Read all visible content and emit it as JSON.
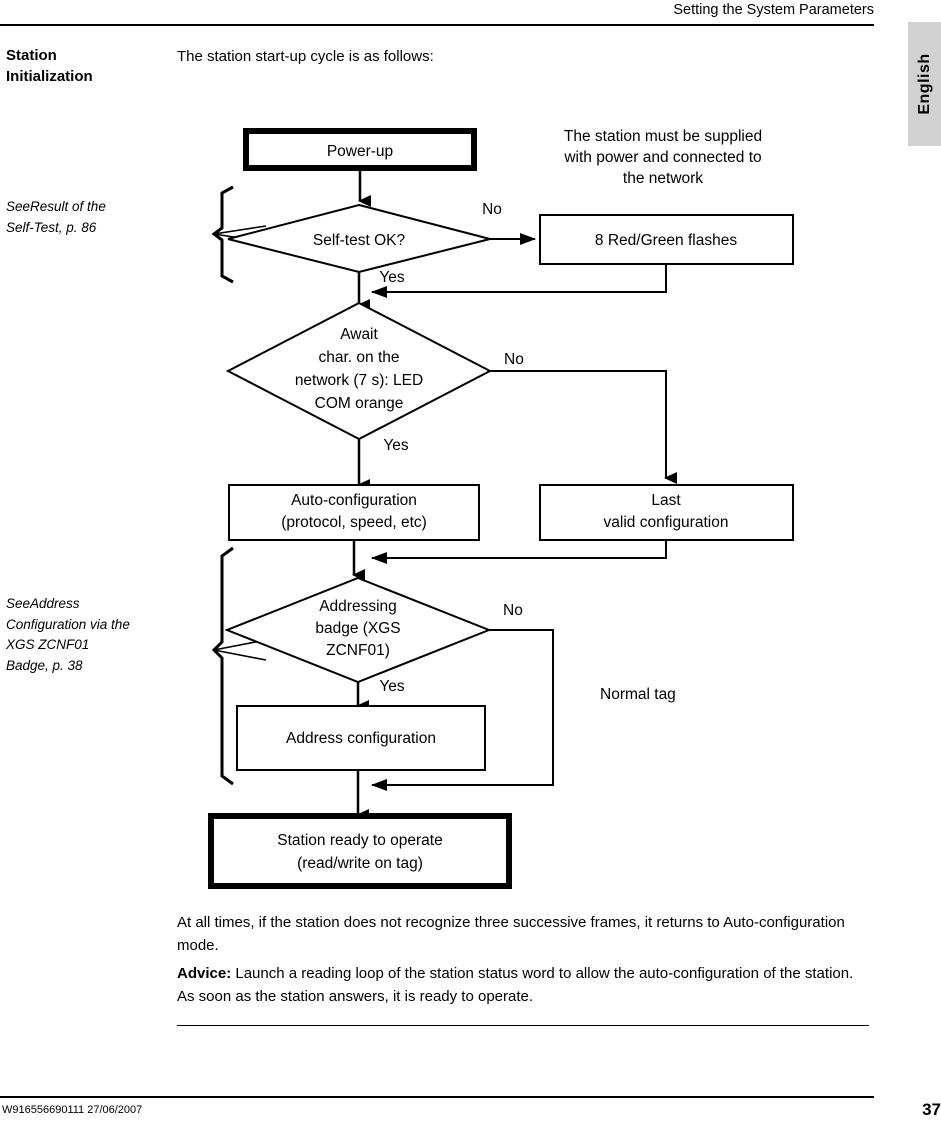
{
  "header": {
    "title": "Setting the System Parameters"
  },
  "side_tab": {
    "label": "English"
  },
  "section": {
    "title": "Station\nInitialization",
    "title_line1": "Station",
    "title_line2": "Initialization",
    "intro": "The station start-up cycle is as follows:"
  },
  "margin_notes": [
    {
      "name": "see-result-of-self-test",
      "lines": [
        "See",
        "Result of the",
        "Self-Test, p. 86"
      ],
      "text": "See Result of the Self-Test, p. 86"
    },
    {
      "name": "see-address-configuration",
      "lines": [
        "See",
        "Address",
        "Configuration via the",
        "XGS ZCNF01",
        "Badge, p. 38"
      ],
      "text": "See Address Configuration via the XGS ZCNF01 Badge, p. 38"
    }
  ],
  "flowchart": {
    "nodes": {
      "power_up": {
        "label": "Power-up",
        "shape": "box",
        "emphasis": "thick"
      },
      "self_test": {
        "label": "Self-test OK?",
        "shape": "diamond"
      },
      "red_green_flashes": {
        "label": "8 Red/Green flashes",
        "shape": "box",
        "emphasis": "thin"
      },
      "await_char": {
        "shape": "diamond",
        "lines": [
          "Await",
          "char. on the",
          "network (7 s): LED",
          "COM orange"
        ],
        "label": "Await char. on the network (7 s): LED COM orange"
      },
      "auto_config": {
        "shape": "box",
        "emphasis": "thin",
        "lines": [
          "Auto-configuration",
          "(protocol, speed, etc)"
        ],
        "label": "Auto-configuration (protocol, speed, etc)"
      },
      "last_valid_config": {
        "shape": "box",
        "emphasis": "thin",
        "lines": [
          "Last",
          "valid configuration"
        ],
        "label": "Last valid configuration"
      },
      "addressing_badge": {
        "shape": "diamond",
        "lines": [
          "Addressing",
          "badge (XGS",
          "ZCNF01)"
        ],
        "label": "Addressing badge (XGS ZCNF01)"
      },
      "address_config": {
        "label": "Address configuration",
        "shape": "box",
        "emphasis": "thin"
      },
      "station_ready": {
        "shape": "box",
        "emphasis": "thick",
        "lines": [
          "Station ready to operate",
          "(read/write on tag)"
        ],
        "label": "Station ready to operate (read/write on tag)"
      }
    },
    "branch_labels": {
      "self_test_no": "No",
      "self_test_yes": "Yes",
      "await_no": "No",
      "await_yes": "Yes",
      "badge_no": "No",
      "badge_yes": "Yes"
    },
    "annotations": {
      "power_note": {
        "lines": [
          "The station must be supplied",
          "with power and connected to",
          "the network"
        ],
        "text": "The station must be supplied with power and connected to the network"
      },
      "normal_tag": "Normal tag"
    }
  },
  "body": {
    "paragraph_1": "At all times, if the station does not recognize three successive frames, it returns to Auto-configuration mode.",
    "advice_label": "Advice:",
    "advice_text": " Launch a reading loop of the station status word to allow the auto-configuration of the station. As soon as the station answers, it is ready to operate."
  },
  "footer": {
    "doc_number": "W916556690111 27/06/2007",
    "page_number": "37"
  }
}
